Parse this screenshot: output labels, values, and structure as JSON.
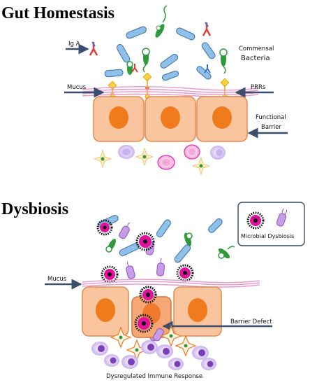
{
  "panels": {
    "homeostasis": {
      "title": "Gut Homestasis",
      "labels": {
        "iga": "Ig A",
        "commensal_line1": "Commensal",
        "commensal_line2": "Bacteria",
        "mucus": "Mucus",
        "prrs": "PRRs",
        "functional_line1": "Functional",
        "functional_line2": "Barrier"
      }
    },
    "dysbiosis": {
      "title": "Dysbiosis",
      "labels": {
        "mucus": "Mucus",
        "barrier_defect": "Barrier Defect",
        "dysregulated": "Dysregulated Immune Response"
      },
      "legend": {
        "text": "Microbial Dysbiosis"
      }
    }
  },
  "colors": {
    "cell_fill": "#f9c59e",
    "cell_stroke": "#e08a4e",
    "nucleus": "#f07b1c",
    "mucus": "#e89ac8",
    "arrow": "#3a4f6e",
    "rod_bacteria": "#8fc0e8",
    "flagellate_green": "#2e9a3c",
    "pathogen_magenta": "#e0119a",
    "purple_cell": "#b07ed8"
  }
}
